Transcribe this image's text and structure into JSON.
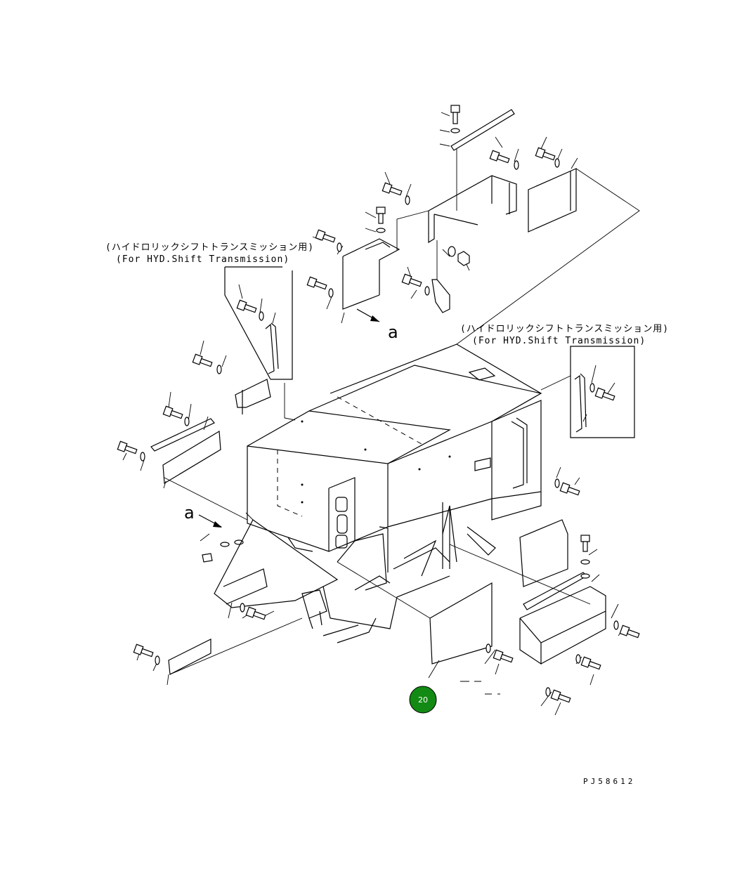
{
  "captions": {
    "top_left_jp": "(ハイドロリックシフトトランスミッション用)",
    "top_left_en": "(For HYD.Shift Transmission)",
    "right_jp": "(ハイドロリックシフトトランスミッション用)",
    "right_en": "(For HYD.Shift Transmission)"
  },
  "view_labels": {
    "upper": "a",
    "lower": "a"
  },
  "drawing_code": "PJ58612",
  "callout": {
    "number": "20",
    "color": "#138a13"
  }
}
